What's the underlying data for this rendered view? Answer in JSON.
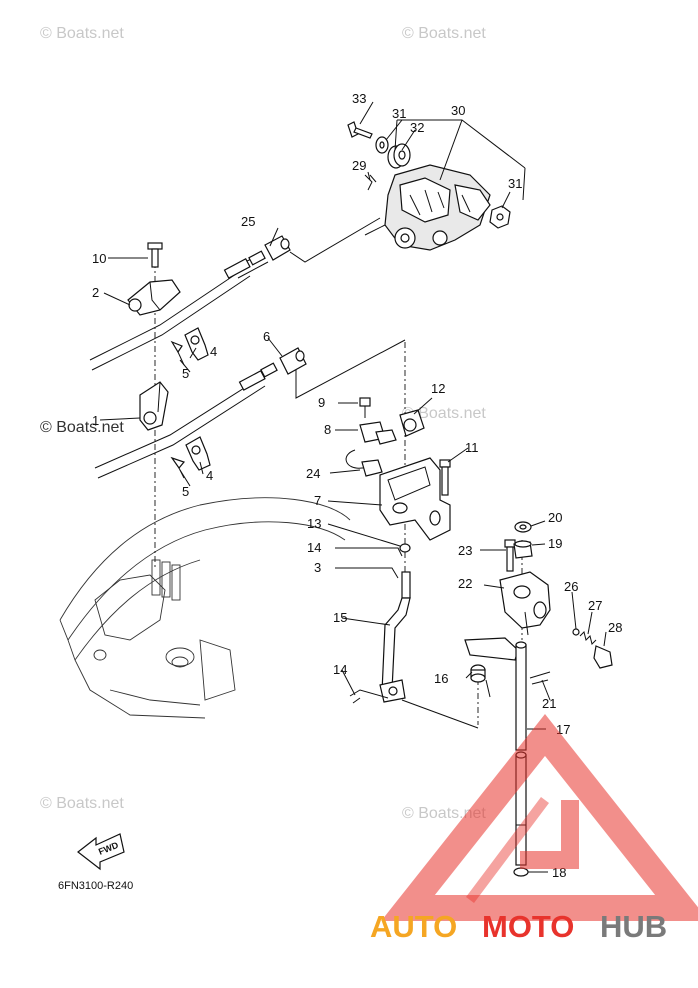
{
  "diagram": {
    "part_code": "6FN3100-R240",
    "fwd_label": "FWD",
    "watermark_text": "© Boats.net",
    "brand": {
      "auto": "AUTO",
      "moto": "MOTO",
      "hub": "HUB"
    },
    "colors": {
      "logo_red": "#e8332c",
      "logo_orange": "#f5a623",
      "logo_gray": "#7a7a7a",
      "watermark": "#c8c8c8"
    },
    "callouts": [
      "1",
      "2",
      "3",
      "4",
      "4",
      "5",
      "5",
      "6",
      "7",
      "8",
      "9",
      "10",
      "11",
      "12",
      "13",
      "14",
      "14",
      "15",
      "16",
      "17",
      "18",
      "19",
      "20",
      "21",
      "22",
      "23",
      "24",
      "25",
      "26",
      "27",
      "28",
      "29",
      "30",
      "31",
      "31",
      "32",
      "33"
    ]
  }
}
